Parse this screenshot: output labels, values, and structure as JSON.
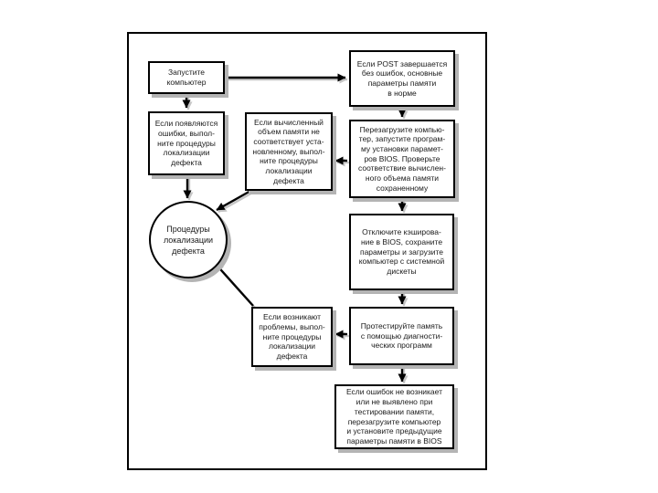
{
  "colors": {
    "background": "#ffffff",
    "node_border": "#000000",
    "node_fill": "#ffffff",
    "shadow": "#b4b4b4",
    "text": "#1a1a1a"
  },
  "nodes": {
    "start": {
      "shape": "rect",
      "text": "Запустите\nкомпьютер"
    },
    "post_ok": {
      "shape": "rect",
      "text": "Если POST завершается\nбез ошибок, основные\nпараметры памяти\nв норме"
    },
    "errors_appear": {
      "shape": "rect",
      "text": "Если появляются\nошибки, выпол-\nните процедуры\nлокализации\nдефекта"
    },
    "mem_mismatch": {
      "shape": "rect",
      "text": "Если вычисленный\nобъем памяти не\nсоответствует уста-\nновленному, выпол-\nните процедуры\nлокализации\nдефекта"
    },
    "reboot_bios": {
      "shape": "rect",
      "text": "Перезагрузите компью-\nтер, запустите програм-\nму установки парамет-\nров BIOS. Проверьте\nсоответствие вычислен-\nного объема памяти\nсохраненному"
    },
    "defect_proc": {
      "shape": "ellipse",
      "text": "Процедуры\nлокализации\nдефекта"
    },
    "disable_cache": {
      "shape": "rect",
      "text": "Отключите кэширова-\nние в BIOS, сохраните\nпараметры и загрузите\nкомпьютер с системной\nдискеты"
    },
    "problems": {
      "shape": "rect",
      "text": "Если возникают\nпроблемы, выпол-\nните процедуры\nлокализации\nдефекта"
    },
    "test_memory": {
      "shape": "rect",
      "text": "Протестируйте память\nс помощью диагности-\nческих программ"
    },
    "no_errors": {
      "shape": "rect",
      "text": "Если ошибок не возникает\nили не выявлено при\nтестировании памяти,\nперезагрузите компьютер\nи установите предыдущие\nпараметры памяти в BIOS"
    }
  },
  "edges": [
    {
      "from": "start",
      "to": "post_ok"
    },
    {
      "from": "start",
      "to": "errors_appear"
    },
    {
      "from": "post_ok",
      "to": "reboot_bios"
    },
    {
      "from": "reboot_bios",
      "to": "mem_mismatch"
    },
    {
      "from": "errors_appear",
      "to": "defect_proc"
    },
    {
      "from": "mem_mismatch",
      "to": "defect_proc"
    },
    {
      "from": "reboot_bios",
      "to": "disable_cache"
    },
    {
      "from": "disable_cache",
      "to": "test_memory"
    },
    {
      "from": "test_memory",
      "to": "problems"
    },
    {
      "from": "problems",
      "to": "defect_proc"
    },
    {
      "from": "test_memory",
      "to": "no_errors"
    }
  ]
}
